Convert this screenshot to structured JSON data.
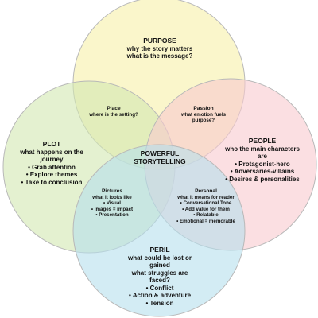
{
  "diagram": {
    "colors": {
      "purpose": "#f7f0a8",
      "plot": "#d2e8b0",
      "people": "#f8c9cf",
      "peril": "#b5e0ec",
      "outline": "#b8b8b8",
      "text": "#111111"
    },
    "center": {
      "lines": [
        "POWERFUL",
        "STORYTELLING"
      ]
    },
    "purpose": {
      "title": "PURPOSE",
      "lines": [
        "why the story matters",
        "what is the message?"
      ]
    },
    "plot": {
      "title": "PLOT",
      "lines": [
        "what happens on the",
        "journey",
        "• Grab attention",
        "• Explore themes",
        "• Take to conclusion"
      ]
    },
    "people": {
      "title": "PEOPLE",
      "lines": [
        "who the main characters",
        "are",
        "• Protagonist-hero",
        "• Adversaries-villains",
        "• Desires & personalities"
      ]
    },
    "peril": {
      "title": "PERIL",
      "lines": [
        "what could be lost or",
        "gained",
        "what struggles are",
        "faced?",
        "• Conflict",
        "• Action & adventure",
        "• Tension"
      ]
    },
    "place": {
      "title": "Place",
      "lines": [
        "where is the setting?"
      ]
    },
    "passion": {
      "title": "Passion",
      "lines": [
        "what emotion fuels",
        "purpose?"
      ]
    },
    "pictures": {
      "title": "Pictures",
      "lines": [
        "what it looks like",
        "• Visual",
        "• Images = impact",
        "• Presentation"
      ]
    },
    "personal": {
      "title": "Personal",
      "lines": [
        "what it means for reader",
        "• Conversational Tone",
        "• Add value for them",
        "• Relatable",
        "• Emotional = memorable"
      ]
    }
  }
}
